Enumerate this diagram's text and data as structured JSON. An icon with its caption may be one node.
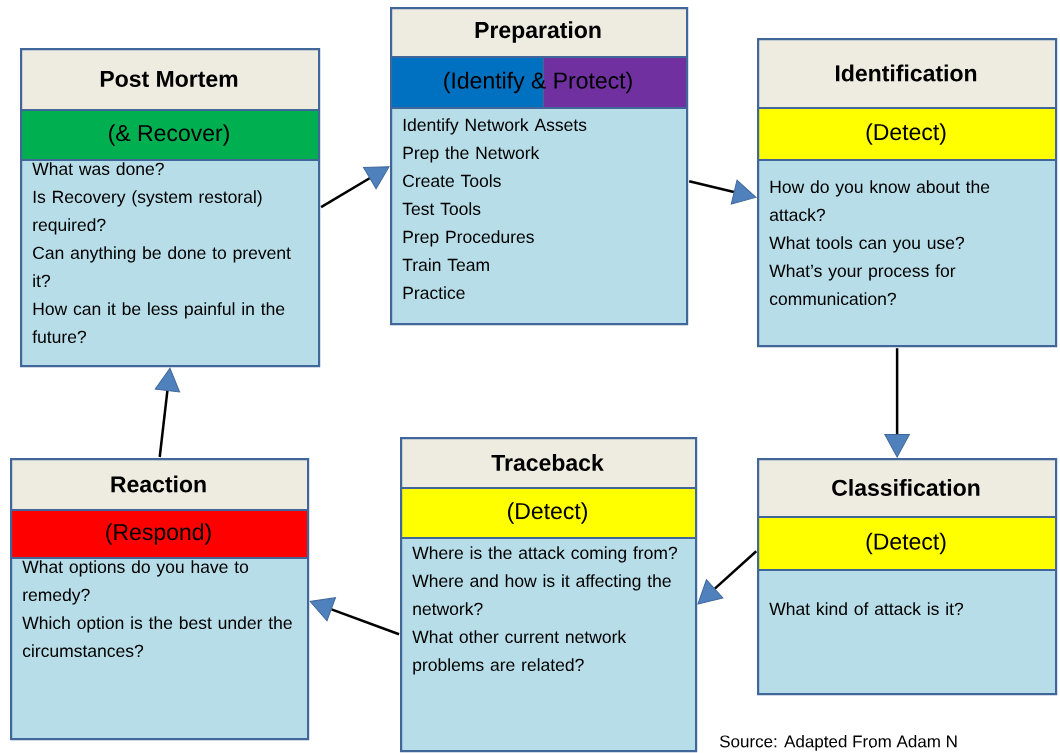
{
  "diagram": {
    "nodes": [
      {
        "text": [
          "Post Mortem",
          "(& Recover)",
          "What was done?",
          "Is Recovery (system restoral) required?",
          "Can anything be done to prevent it?",
          "How can it be less painful in the future?"
        ]
      },
      {
        "text": [
          "Preparation",
          "(Identify & Protect)",
          "Identify Network Assets",
          "Prep the Network",
          "Create Tools",
          "Test Tools",
          "Prep Procedures",
          "Train Team",
          "Practice"
        ]
      },
      {
        "text": [
          "Identification",
          "(Detect)",
          "How do you know about the attack?",
          "What tools can you use?",
          "What’s your process for communication?"
        ]
      },
      {
        "text": [
          "Reaction",
          "(Respond)",
          "What options do you have to remedy?",
          "Which option is the best under the circumstances?"
        ]
      },
      {
        "text": [
          "Traceback",
          "(Detect)",
          "Where is the attack coming from?",
          "Where and how is it affecting the network?",
          "What other current network problems are related?"
        ]
      },
      {
        "text": [
          "Classification",
          "(Detect)",
          "What kind of attack is it?"
        ]
      }
    ],
    "edges": [
      {
        "from": 0,
        "to": 1,
        "arrow": "to"
      },
      {
        "from": 1,
        "to": 2,
        "arrow": "to"
      },
      {
        "from": 2,
        "to": 5,
        "arrow": "to"
      },
      {
        "from": 5,
        "to": 4,
        "arrow": "to"
      },
      {
        "from": 4,
        "to": 3,
        "arrow": "to"
      },
      {
        "from": 3,
        "to": 0,
        "arrow": "to"
      }
    ],
    "labels": [
      "Source: Adapted From Adam N"
    ]
  }
}
